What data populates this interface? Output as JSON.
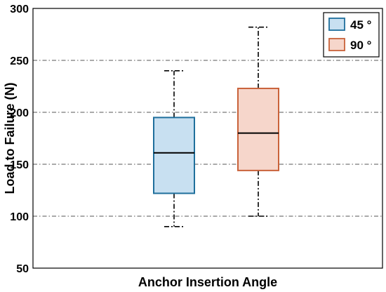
{
  "chart_data": {
    "type": "box",
    "title": "",
    "xlabel": "Anchor Insertion Angle",
    "ylabel": "Load to Failure (N)",
    "ylim": [
      50,
      300
    ],
    "yticks": [
      "50",
      "100",
      "150",
      "200",
      "250",
      "300"
    ],
    "grid": "horizontal dash-dot",
    "legend_position": "top-right",
    "series": [
      {
        "name": "45 °",
        "min": 90,
        "q1": 122,
        "median": 161,
        "q3": 195,
        "max": 240,
        "color": "#1f6f9c",
        "fill": "#c8e0f1"
      },
      {
        "name": "90 °",
        "min": 100,
        "q1": 144,
        "median": 180,
        "q3": 223,
        "max": 282,
        "color": "#c9623a",
        "fill": "#f6d6cb"
      }
    ]
  }
}
